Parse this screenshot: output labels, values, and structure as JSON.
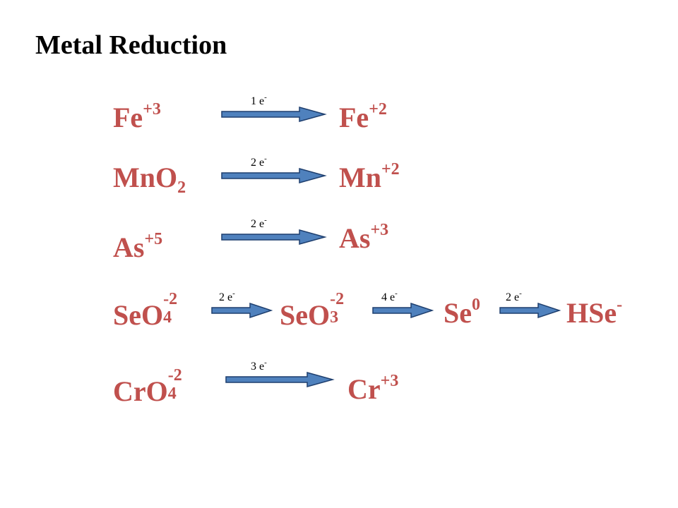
{
  "title": "Metal Reduction",
  "colors": {
    "species": "#c0504d",
    "arrow_fill": "#4f81bd",
    "arrow_stroke": "#1f3f6e"
  },
  "rows": [
    {
      "from": {
        "base": "Fe",
        "sup": "+3"
      },
      "steps": [
        {
          "electrons": "1 e",
          "charge": "-",
          "to": {
            "base": "Fe",
            "sup": "+2"
          }
        }
      ]
    },
    {
      "from": {
        "base": "MnO",
        "sub": "2"
      },
      "steps": [
        {
          "electrons": "2 e",
          "charge": "-",
          "to": {
            "base": "Mn",
            "sup": "+2"
          }
        }
      ]
    },
    {
      "from": {
        "base": "As",
        "sup": "+5"
      },
      "steps": [
        {
          "electrons": "2 e",
          "charge": "-",
          "to": {
            "base": "As",
            "sup": "+3"
          }
        }
      ]
    },
    {
      "from": {
        "base": "SeO",
        "sub": "4",
        "sup": "-2"
      },
      "steps": [
        {
          "electrons": "2 e",
          "charge": "-",
          "to": {
            "base": "SeO",
            "sub": "3",
            "sup": "-2"
          }
        },
        {
          "electrons": "4 e",
          "charge": "-",
          "to": {
            "base": "Se",
            "sup": "0"
          }
        },
        {
          "electrons": "2 e",
          "charge": "-",
          "to": {
            "base": "HSe",
            "sup": "-"
          }
        }
      ]
    },
    {
      "from": {
        "base": "CrO",
        "sub": "4",
        "sup": "-2"
      },
      "steps": [
        {
          "electrons": "3 e",
          "charge": "-",
          "to": {
            "base": "Cr",
            "sup": "+3"
          }
        }
      ]
    }
  ]
}
